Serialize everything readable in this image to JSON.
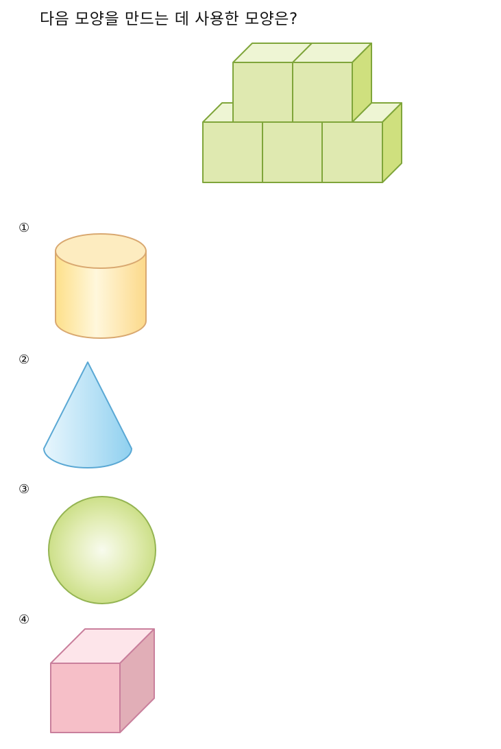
{
  "question": {
    "text": "다음 모양을 만드는 데 사용한 모양은?"
  },
  "figure": {
    "description_icon": "stacked-cubes",
    "color": "#dfe9b0"
  },
  "options": [
    {
      "label": "①",
      "shape_icon": "cylinder-icon",
      "color": "#fde9a8"
    },
    {
      "label": "②",
      "shape_icon": "cone-icon",
      "color": "#a9dcf3"
    },
    {
      "label": "③",
      "shape_icon": "sphere-icon",
      "color": "#d4e59a"
    },
    {
      "label": "④",
      "shape_icon": "cube-icon",
      "color": "#f6bfc8"
    }
  ]
}
